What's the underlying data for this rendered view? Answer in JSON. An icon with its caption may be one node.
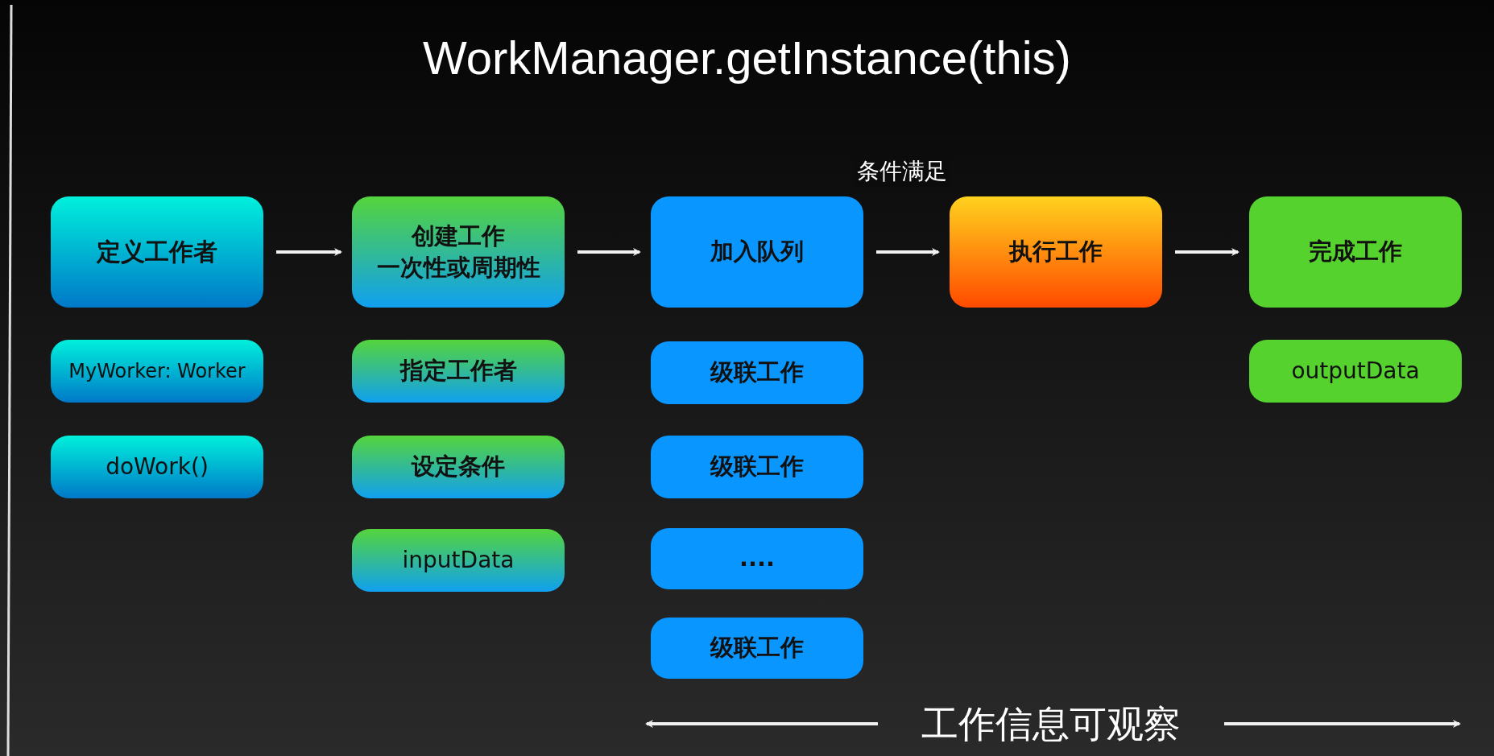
{
  "diagram": {
    "title": "WorkManager.getInstance(this)",
    "nodes": [
      {
        "text": [
          "定义工作者"
        ]
      },
      {
        "text": [
          "MyWorker: Worker"
        ]
      },
      {
        "text": [
          "doWork()"
        ]
      },
      {
        "text": [
          "创建工作",
          "一次性或周期性"
        ]
      },
      {
        "text": [
          "指定工作者"
        ]
      },
      {
        "text": [
          "设定条件"
        ]
      },
      {
        "text": [
          "inputData"
        ]
      },
      {
        "text": [
          "加入队列"
        ]
      },
      {
        "text": [
          "级联工作"
        ]
      },
      {
        "text": [
          "级联工作"
        ]
      },
      {
        "text": [
          "...."
        ]
      },
      {
        "text": [
          "级联工作"
        ]
      },
      {
        "text": [
          "执行工作"
        ]
      },
      {
        "text": [
          "完成工作"
        ]
      },
      {
        "text": [
          "outputData"
        ]
      },
      {
        "text": [
          "工作信息可观察"
        ]
      }
    ],
    "edges": [
      {
        "from": 0,
        "to": 3,
        "arrow": "to"
      },
      {
        "from": 3,
        "to": 7,
        "arrow": "to"
      },
      {
        "from": 7,
        "to": 12,
        "arrow": "to",
        "label": "条件满足"
      },
      {
        "from": 12,
        "to": 13,
        "arrow": "to"
      },
      {
        "from": 15,
        "to": null,
        "arrow": "to"
      },
      {
        "from": 15,
        "to": null,
        "arrow": "to"
      }
    ]
  }
}
